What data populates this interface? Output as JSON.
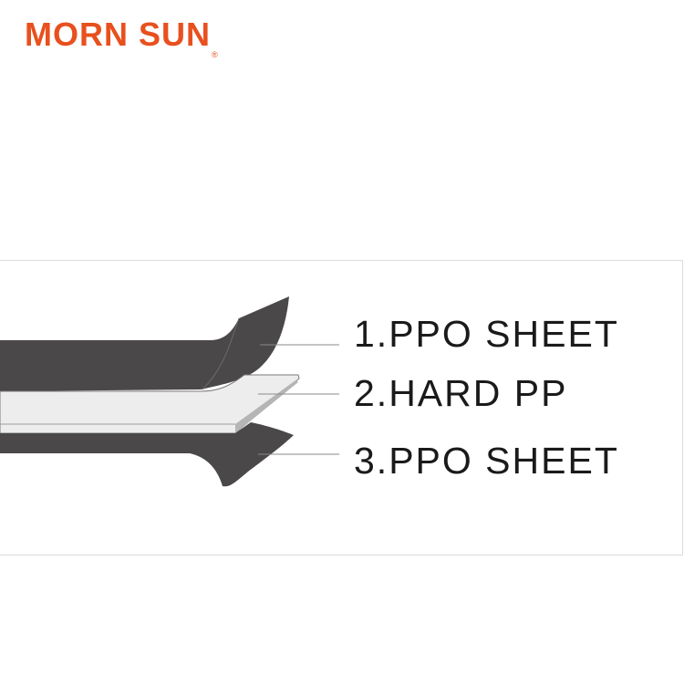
{
  "logo": {
    "text": "MORN SUN",
    "mark": "®",
    "color": "#e8501e"
  },
  "layers": [
    {
      "label": "1.PPO SHEET",
      "color": "#4a4848"
    },
    {
      "label": "2.HARD PP",
      "color": "#ededed"
    },
    {
      "label": "3.PPO SHEET",
      "color": "#4a4848"
    }
  ]
}
